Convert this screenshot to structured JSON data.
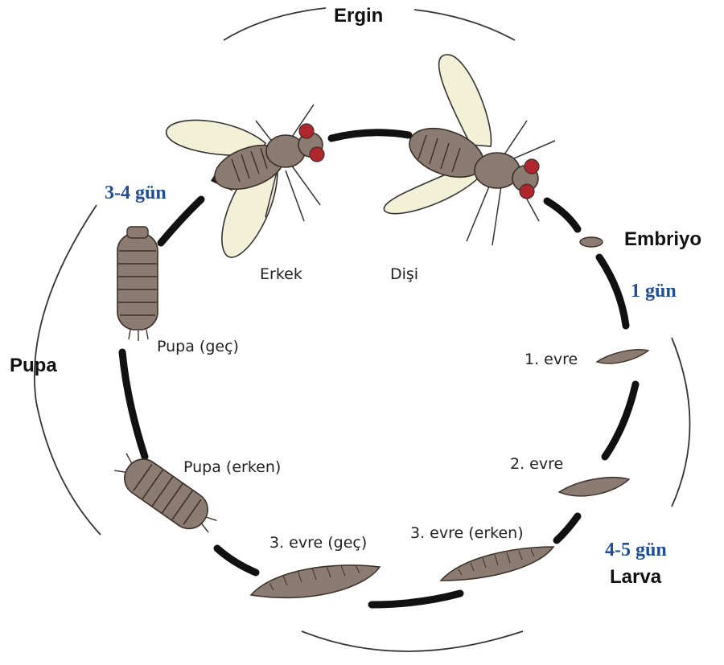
{
  "stages": {
    "adult": "Ergin",
    "embryo": "Embriyo",
    "larva": "Larva",
    "pupa": "Pupa"
  },
  "durations": {
    "embryo": "1 gün",
    "larva": "4-5 gün",
    "pupa": "3-4 gün"
  },
  "labels": {
    "male": "Erkek",
    "female": "Dişi",
    "instar1": "1. evre",
    "instar2": "2. evre",
    "instar3_early": "3. evre (erken)",
    "instar3_late": "3. evre (geç)",
    "pupa_early": "Pupa (erken)",
    "pupa_late": "Pupa (geç)"
  },
  "colors": {
    "body": "#8b7b70",
    "body_dark": "#5f524a",
    "wing": "#f3f0d8",
    "eye": "#b0262d",
    "arrow": "#111111",
    "duration_text": "#1f4e96"
  }
}
